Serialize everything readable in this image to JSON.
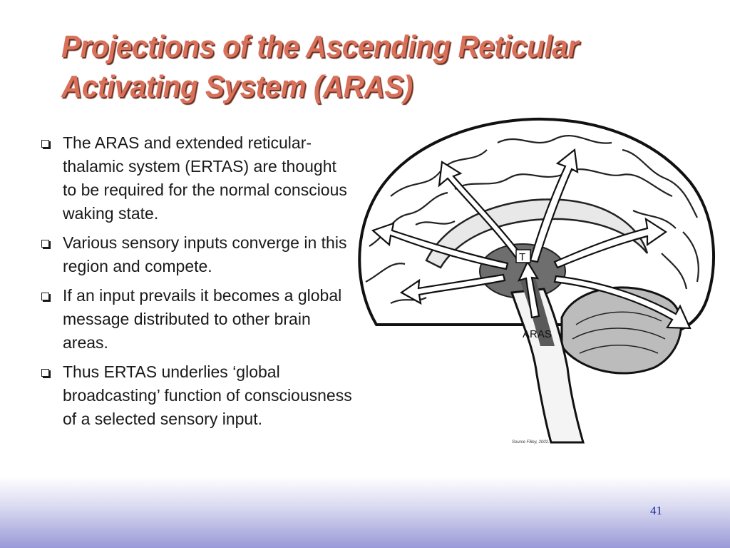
{
  "slide": {
    "title_lines": [
      "Projections of the Ascending Reticular",
      "Activating System (ARAS)"
    ],
    "bullets": [
      "The ARAS and extended reticular-thalamic system (ERTAS) are thought to be required for the normal conscious waking state.",
      "Various sensory inputs converge in this region and compete.",
      "If an input prevails it becomes a global message distributed to other brain areas.",
      "Thus ERTAS underlies ‘global broadcasting’ function of consciousness of a selected sensory input."
    ],
    "figure": {
      "thalamus_label": "T",
      "aras_label": "ARAS",
      "source_note": "Source Filley, 2002."
    },
    "page_number": "41",
    "colors": {
      "title": "#d8705a",
      "title_shadow": "#6a2e22",
      "page_number": "#1a2a9a",
      "footer_band": "#9a9ad8"
    }
  }
}
